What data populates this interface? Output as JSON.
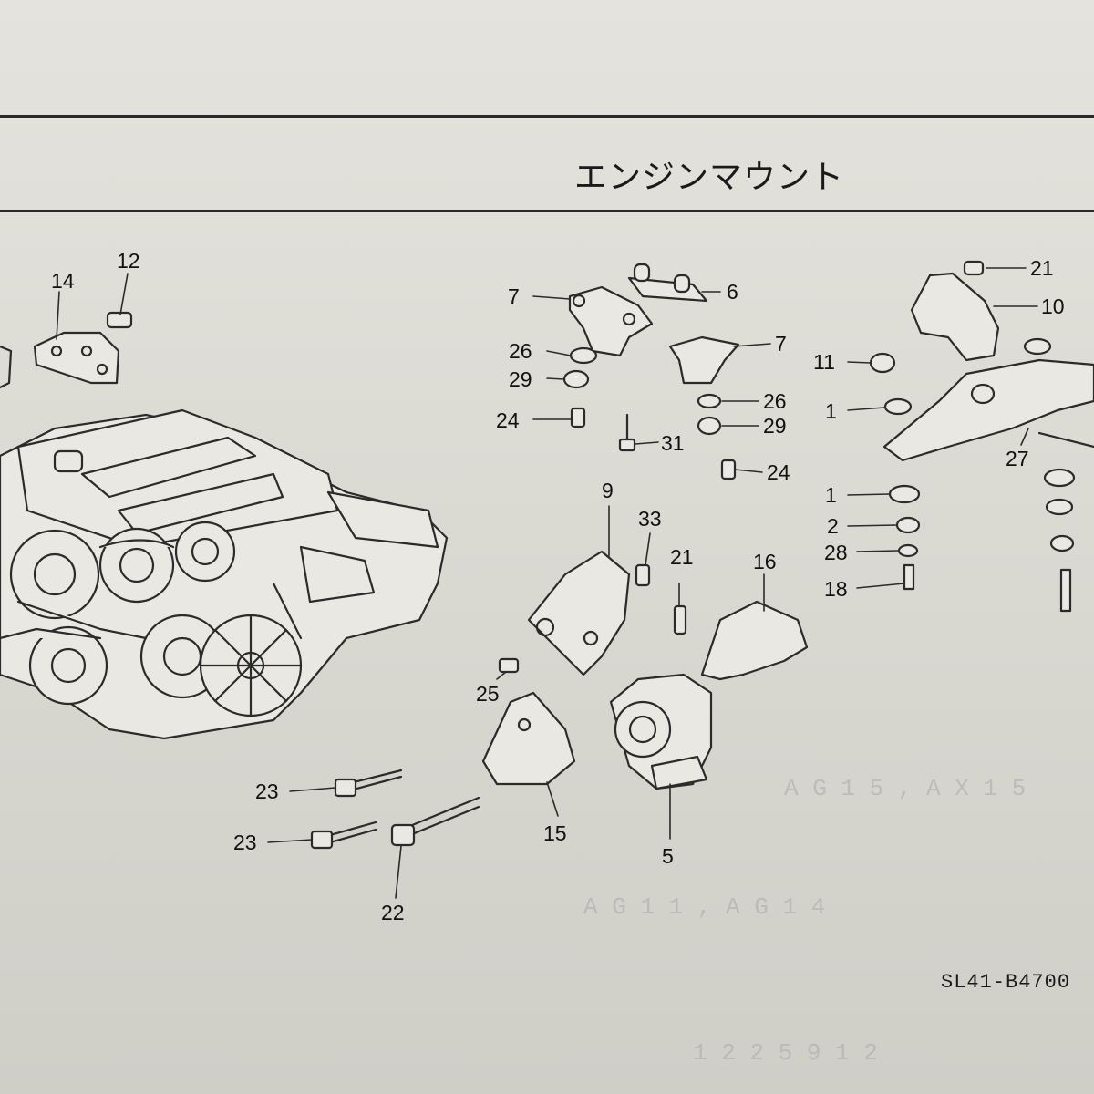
{
  "title": "エンジンマウント",
  "diagram_code": "SL41-B4700",
  "callouts": [
    {
      "id": "c-12",
      "label": "12"
    },
    {
      "id": "c-14",
      "label": "14"
    },
    {
      "id": "c-7a",
      "label": "7"
    },
    {
      "id": "c-6",
      "label": "6"
    },
    {
      "id": "c-21a",
      "label": "21"
    },
    {
      "id": "c-10",
      "label": "10"
    },
    {
      "id": "c-7b",
      "label": "7"
    },
    {
      "id": "c-26a",
      "label": "26"
    },
    {
      "id": "c-29a",
      "label": "29"
    },
    {
      "id": "c-24a",
      "label": "24"
    },
    {
      "id": "c-31",
      "label": "31"
    },
    {
      "id": "c-26b",
      "label": "26"
    },
    {
      "id": "c-29b",
      "label": "29"
    },
    {
      "id": "c-24b",
      "label": "24"
    },
    {
      "id": "c-11",
      "label": "11"
    },
    {
      "id": "c-1a",
      "label": "1"
    },
    {
      "id": "c-27",
      "label": "27"
    },
    {
      "id": "c-1b",
      "label": "1"
    },
    {
      "id": "c-2",
      "label": "2"
    },
    {
      "id": "c-28",
      "label": "28"
    },
    {
      "id": "c-18",
      "label": "18"
    },
    {
      "id": "c-9",
      "label": "9"
    },
    {
      "id": "c-33",
      "label": "33"
    },
    {
      "id": "c-21b",
      "label": "21"
    },
    {
      "id": "c-16",
      "label": "16"
    },
    {
      "id": "c-25",
      "label": "25"
    },
    {
      "id": "c-15",
      "label": "15"
    },
    {
      "id": "c-5",
      "label": "5"
    },
    {
      "id": "c-23a",
      "label": "23"
    },
    {
      "id": "c-23b",
      "label": "23"
    },
    {
      "id": "c-22",
      "label": "22"
    }
  ]
}
